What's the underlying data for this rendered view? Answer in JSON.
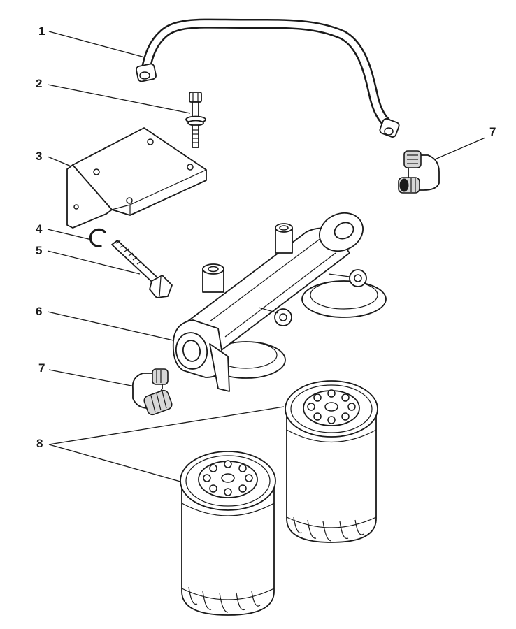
{
  "labels": {
    "l1": "1",
    "l2": "2",
    "l3": "3",
    "l4": "4",
    "l5": "5",
    "l6": "6",
    "l7a": "7",
    "l7b": "7",
    "l8": "8"
  },
  "colors": {
    "ink": "#1a1a1a",
    "background": "#ffffff"
  }
}
